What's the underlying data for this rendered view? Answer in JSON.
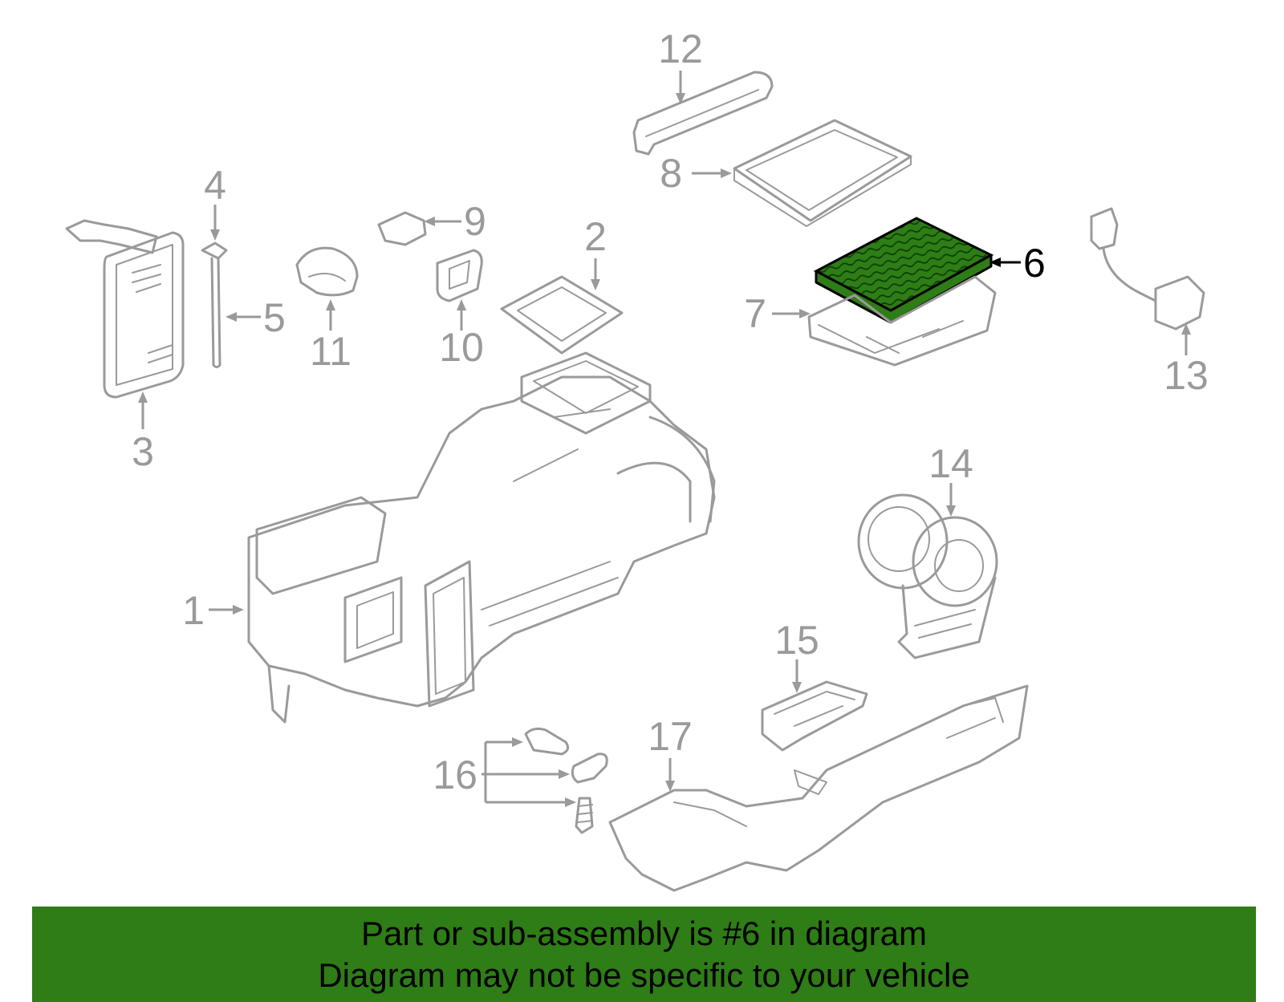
{
  "diagram": {
    "highlight_color": "#2e7d16",
    "highlighted_part": "6",
    "callouts": [
      "1",
      "2",
      "3",
      "4",
      "5",
      "6",
      "7",
      "8",
      "9",
      "10",
      "11",
      "12",
      "13",
      "14",
      "15",
      "16",
      "17"
    ]
  },
  "banner": {
    "line1": "Part or sub-assembly is #6 in diagram",
    "line2": "Diagram may not be specific to your vehicle",
    "background": "#2e7d16"
  }
}
